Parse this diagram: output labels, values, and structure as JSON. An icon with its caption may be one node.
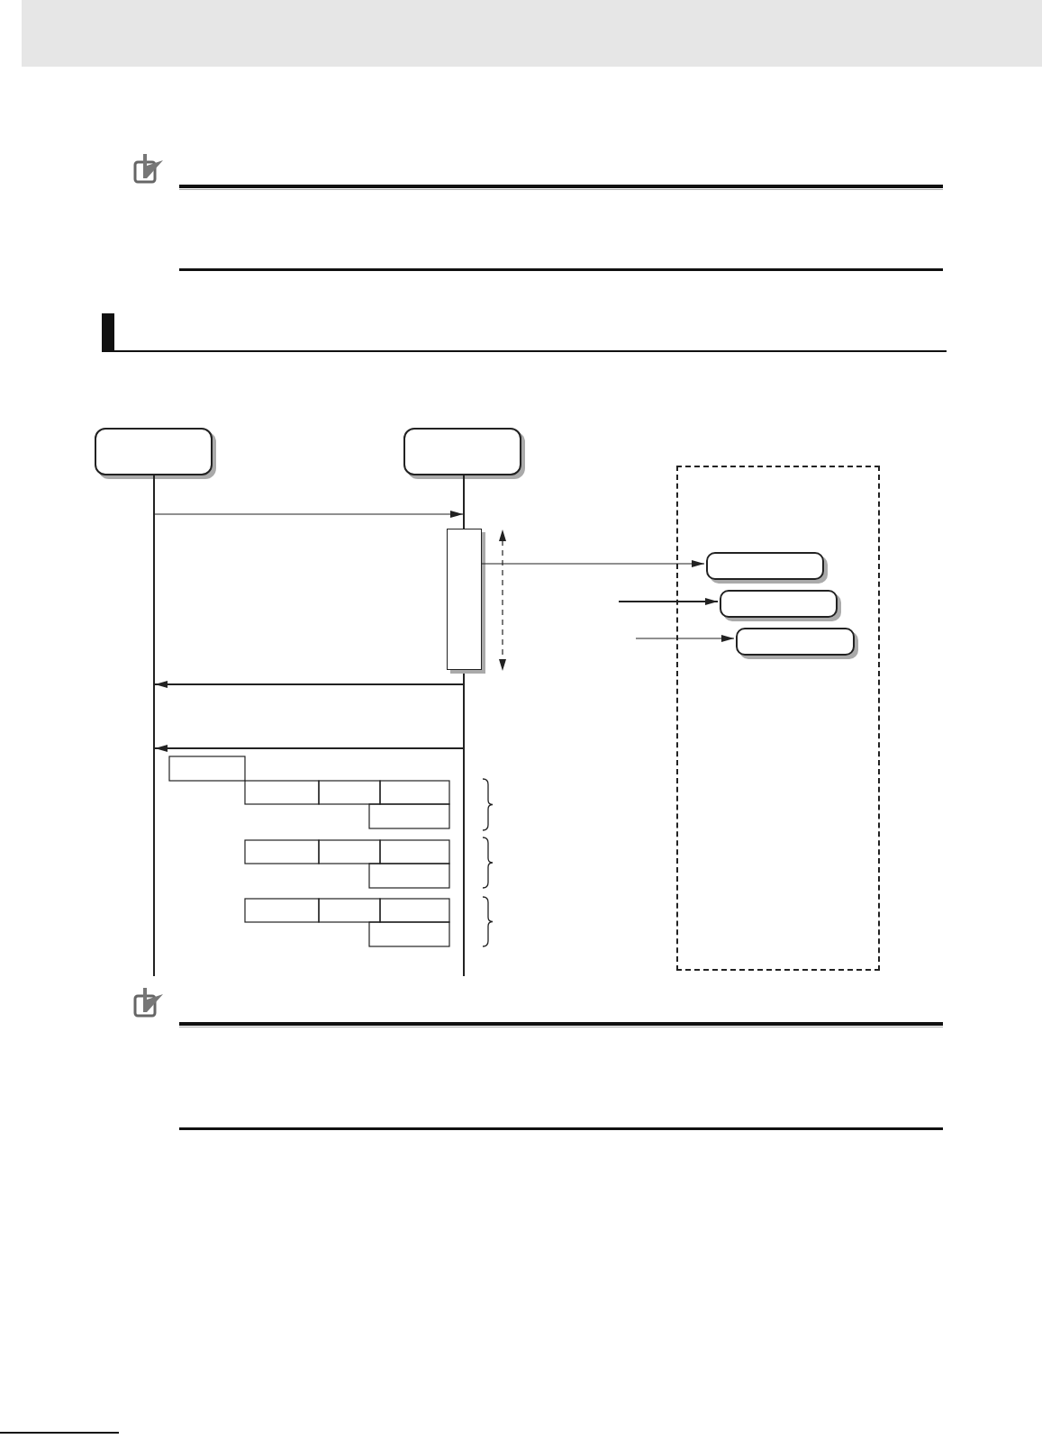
{
  "diagram": {
    "nodes": [
      {
        "text": [],
        "shape": "box"
      },
      {
        "text": [],
        "shape": "box"
      },
      {
        "text": [],
        "shape": "line"
      },
      {
        "text": [],
        "shape": "line"
      },
      {
        "text": [],
        "shape": "bar"
      },
      {
        "text": [],
        "shape": "box"
      },
      {
        "text": [],
        "shape": "box",
        "in": 5
      },
      {
        "text": [],
        "shape": "box",
        "in": 5
      },
      {
        "text": [],
        "shape": "box",
        "in": 5
      }
    ],
    "edges": [
      {
        "from": 2,
        "to": 3,
        "arrow": "to"
      },
      {
        "from": 4,
        "to": 6,
        "arrow": "to"
      },
      {
        "from": null,
        "to": 7,
        "arrow": "to"
      },
      {
        "from": null,
        "to": 8,
        "arrow": "to"
      },
      {
        "from": 3,
        "to": 2,
        "arrow": "to"
      },
      {
        "from": 3,
        "to": 2,
        "arrow": "to"
      }
    ]
  }
}
